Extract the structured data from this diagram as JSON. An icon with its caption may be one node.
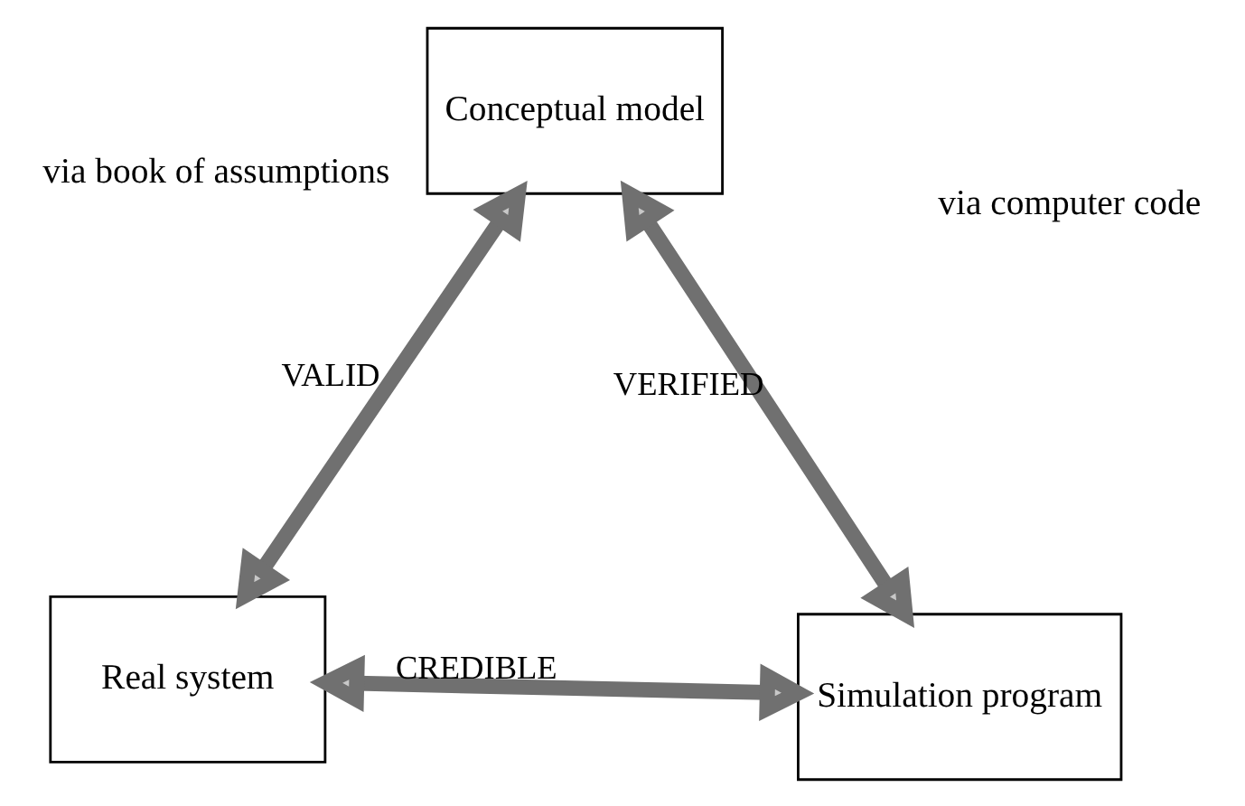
{
  "diagram": {
    "nodes": [
      {
        "text": [
          "Real system"
        ]
      },
      {
        "text": [
          "Simulation program"
        ]
      },
      {
        "text": [
          "Conceptual model"
        ]
      }
    ],
    "edges": [
      {
        "from": 1,
        "to": 0,
        "arrow": "both",
        "label": "CREDIBLE"
      },
      {
        "from": 0,
        "to": 2,
        "arrow": "both",
        "label": "VALID"
      },
      {
        "from": 1,
        "to": 2,
        "arrow": "both",
        "label": "VERIFIED"
      }
    ],
    "labels": [
      "via book of assumptions",
      "via computer code"
    ]
  }
}
